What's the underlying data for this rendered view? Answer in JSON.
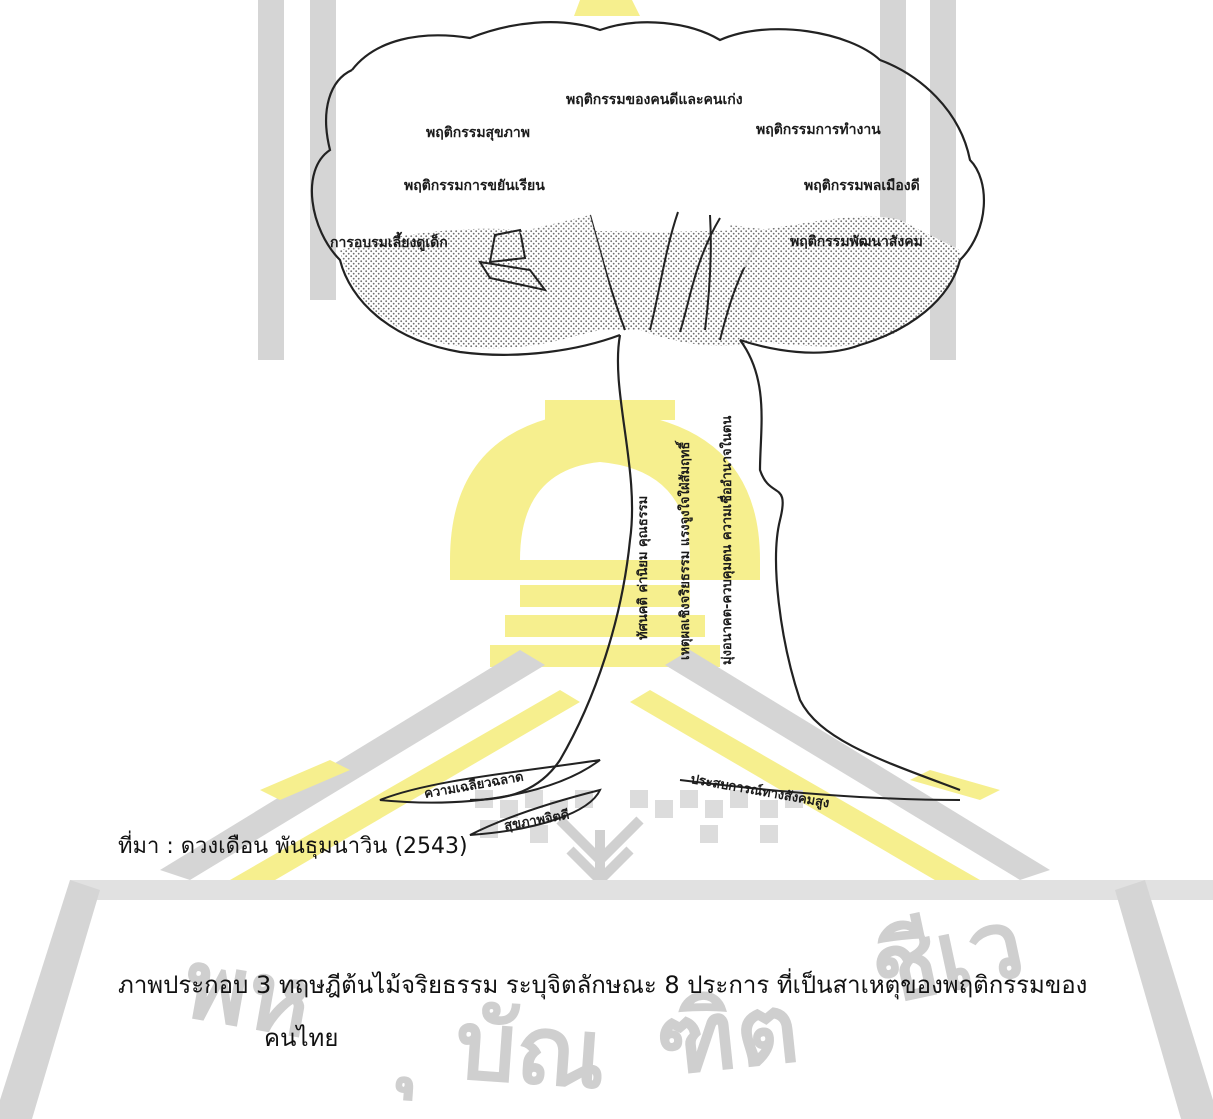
{
  "diagram": {
    "crown_labels": [
      "พฤติกรรมของคนดีและคนเก่ง",
      "พฤติกรรมสุขภาพ",
      "พฤติกรรมการทำงาน",
      "พฤติกรรมการขยันเรียน",
      "พฤติกรรมพลเมืองดี",
      "การอบรมเลี้ยงดูเด็ก",
      "พฤติกรรมพัฒนาสังคม"
    ],
    "trunk_labels": [
      "ทัศนคติ ค่านิยม คุณธรรม",
      "เหตุผลเชิงจริยธรรม แรงจูงใจใฝ่สัมฤทธิ์",
      "มุ่งอนาคต-ควบคุมตน ความเชื่ออำนาจในตน"
    ],
    "root_labels": [
      "ความเฉลียวฉลาด",
      "ประสบการณ์ทางสังคมสูง",
      "สุขภาพจิตดี"
    ]
  },
  "source": "ที่มา : ดวงเดือน พันธุมนาวิน (2543)",
  "caption": {
    "line1": "ภาพประกอบ 3 ทฤษฎีต้นไม้จริยธรรม ระบุจิตลักษณะ 8 ประการ ที่เป็นสาเหตุของพฤติกรรมของ",
    "line2": "คนไทย"
  },
  "watermark": {
    "text": "พหุ  บัณ  ฑิต  ชีเว",
    "colors": {
      "yellow": "#f6ef8e",
      "gray": "#d5d5d5"
    }
  }
}
